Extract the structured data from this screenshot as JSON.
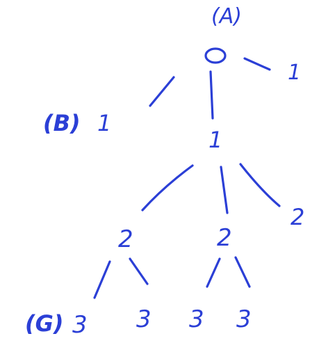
{
  "colors": {
    "ink": "#2b3fd6",
    "background": "#ffffff"
  },
  "labels": {
    "A": "(A)",
    "B": "(B)",
    "G": "(G)"
  },
  "nodes": {
    "root": "0",
    "root_right_child": "1",
    "left_child": "1",
    "middle_child": "1",
    "level2_left": "2",
    "level2_middle": "2",
    "level2_right": "2",
    "leaf_1": "3",
    "leaf_2": "3",
    "leaf_3": "3",
    "leaf_4": "3"
  }
}
